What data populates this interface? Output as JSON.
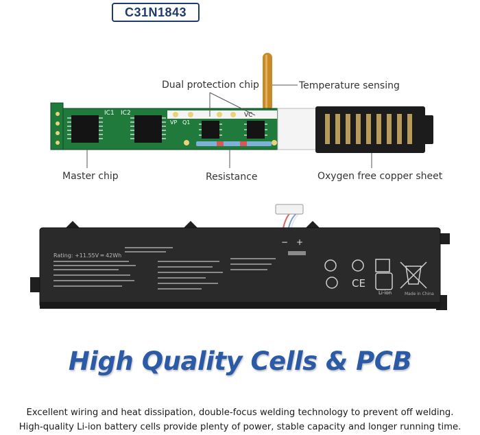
{
  "model": "C31N1843",
  "callouts": {
    "dual_protection_chip": "Dual protection chip",
    "temperature_sensing": "Temperature sensing",
    "master_chip": "Master chip",
    "resistance": "Resistance",
    "copper_sheet": "Oxygen free copper sheet"
  },
  "pcb_labels": {
    "ic1": "IC1",
    "ic2": "IC2",
    "vc": "VC",
    "vp": "VP",
    "q1": "Q1"
  },
  "battery_label": {
    "rating": "Rating: +11.55V ═ 42Wh",
    "made_in": "Made in China",
    "li_ion": "Li-ion",
    "ce": "CE",
    "minus": "−",
    "plus": "+"
  },
  "headline": "High Quality Cells & PCB",
  "caption": {
    "line1": "Excellent wiring and heat dissipation, double-focus welding technology to prevent off welding.",
    "line2": "High-quality Li-ion battery cells provide plenty of power, stable capacity and longer running time."
  },
  "colors": {
    "badge": "#1f3b6e",
    "headline": "#2b5aa6",
    "pcb": "#1f7a3c",
    "battery": "#2a2a2a",
    "connector": "#1c1c1c"
  }
}
